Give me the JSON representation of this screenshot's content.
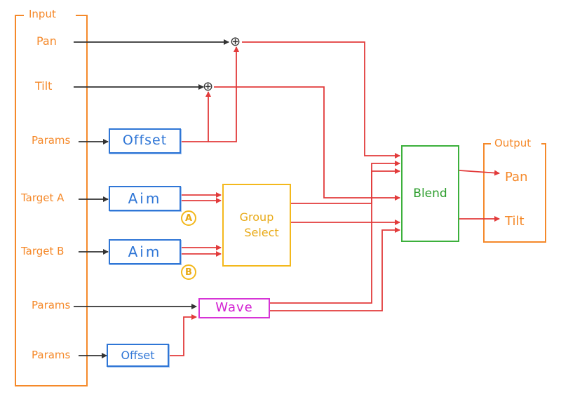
{
  "input_group": {
    "title": "Input",
    "items": [
      "Pan",
      "Tilt",
      "Params",
      "Target A",
      "Target B",
      "Params",
      "Params"
    ]
  },
  "output_group": {
    "title": "Output",
    "items": [
      "Pan",
      "Tilt"
    ]
  },
  "blocks": {
    "offset_top": "Offset",
    "aim_a": "Aim",
    "aim_b": "Aim",
    "group_select_line1": "Group",
    "group_select_line2": "Select",
    "wave": "Wave",
    "offset_bottom": "Offset",
    "blend": "Blend"
  },
  "badges": {
    "a": "A",
    "b": "B"
  },
  "adders": {
    "pan": "⊕",
    "tilt": "⊕"
  },
  "colors": {
    "input_output": "#f5892a",
    "offset_aim": "#2f76d6",
    "group_select": "#f3b81c",
    "blend": "#3cb03c",
    "wave": "#d634d6",
    "signal_red": "#e23b3b",
    "signal_black": "#333333"
  }
}
